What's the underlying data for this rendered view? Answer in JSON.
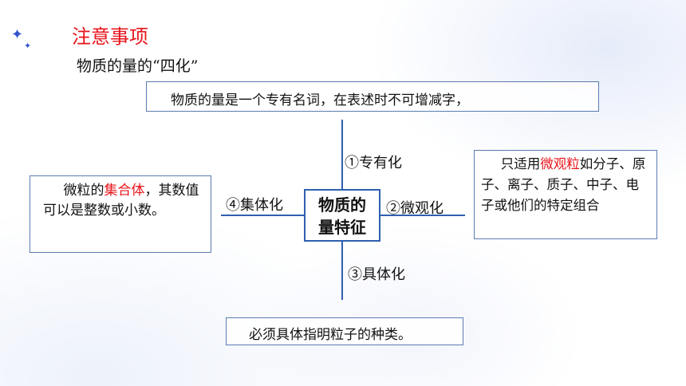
{
  "header": {
    "title": "注意事项",
    "subtitle": "物质的量的“四化”"
  },
  "diagram": {
    "center_line1": "物质的",
    "center_line2": "量特征",
    "branches": {
      "top": "①专有化",
      "right": "②微观化",
      "bottom": "③具体化",
      "left": "④集体化"
    },
    "notes": {
      "top": "物质的量是一个专有名词，在表述时不可增减字，",
      "left_before": "微粒的",
      "left_highlight": "集合体",
      "left_after": "，其数值可以是整数或小数。",
      "right_before": "只适用",
      "right_highlight": "微观粒",
      "right_after": "如分子、原子、离子、质子、中子、电子或他们的特定组合",
      "bottom": "必须具体指明粒子的种类。"
    }
  },
  "colors": {
    "title": "#e8141b",
    "highlight": "#e8141b",
    "axis": "#2f5fb0",
    "box_border": "#5a7bb0"
  },
  "icons": {
    "sparkle": "sparkle-icon"
  }
}
